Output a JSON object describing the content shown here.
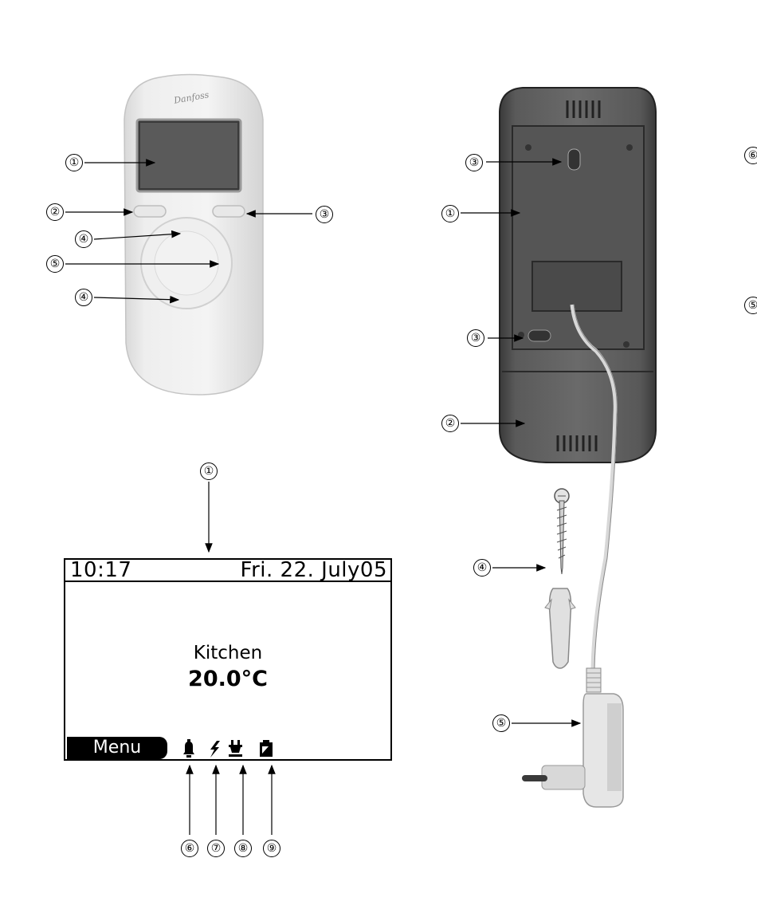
{
  "lcd": {
    "time": "10:17",
    "date": "Fri. 22. July05",
    "room": "Kitchen",
    "temperature": "20.0°C",
    "menu_label": "Menu",
    "status_icons": [
      "bell-icon",
      "lightning-icon",
      "plug-icon",
      "battery-icon"
    ]
  },
  "brand_logo_text": "Danfoss",
  "callouts": {
    "front": [
      "①",
      "②",
      "③",
      "④",
      "⑤",
      "④"
    ],
    "back": [
      "③",
      "①",
      "③",
      "②",
      "④",
      "⑤"
    ],
    "right_edge": [
      "⑥",
      "⑤"
    ],
    "lcd_top": "①",
    "lcd_bottom": [
      "⑥",
      "⑦",
      "⑧",
      "⑨"
    ]
  }
}
